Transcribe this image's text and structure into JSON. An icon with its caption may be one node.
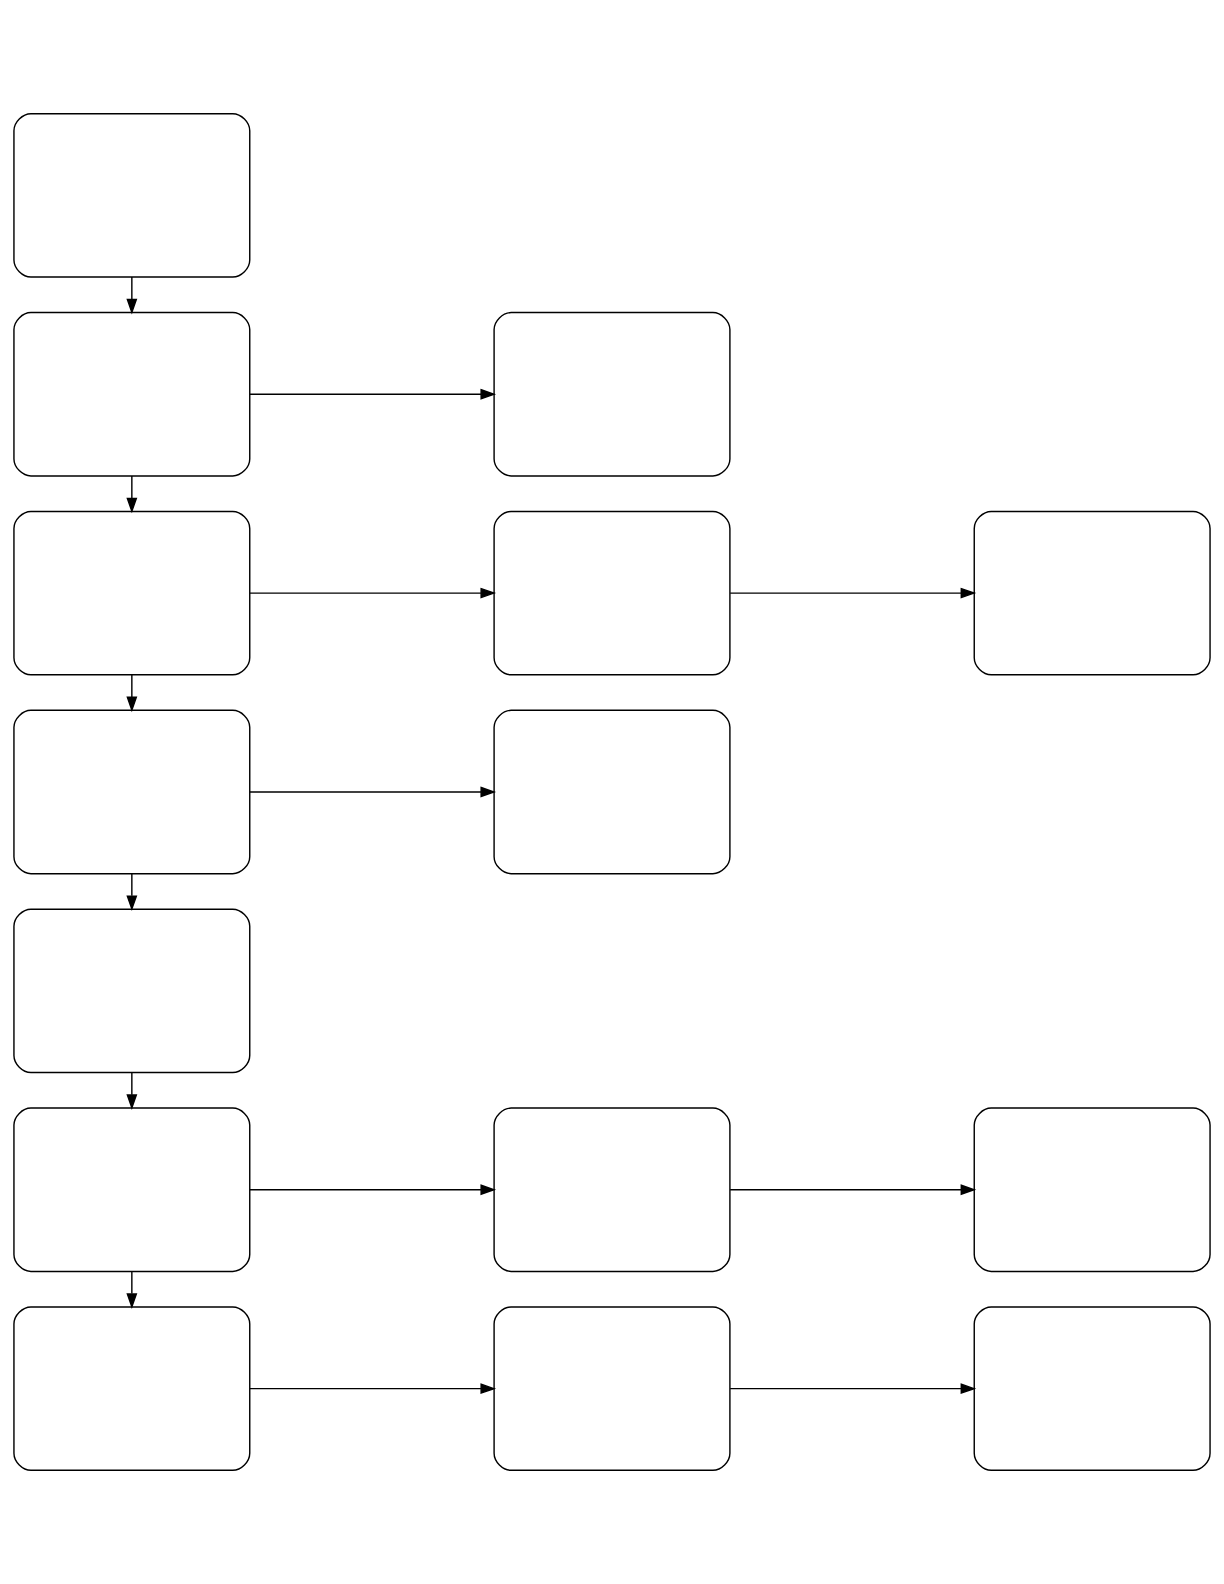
{
  "diagram": {
    "nodes": [
      {
        "text": [],
        "shape": "box"
      },
      {
        "text": [],
        "shape": "box"
      },
      {
        "text": [],
        "shape": "box"
      },
      {
        "text": [],
        "shape": "box"
      },
      {
        "text": [],
        "shape": "box"
      },
      {
        "text": [],
        "shape": "box"
      },
      {
        "text": [],
        "shape": "box"
      },
      {
        "text": [],
        "shape": "box"
      },
      {
        "text": [],
        "shape": "box"
      },
      {
        "text": [],
        "shape": "box"
      },
      {
        "text": [],
        "shape": "box"
      },
      {
        "text": [],
        "shape": "box"
      },
      {
        "text": [],
        "shape": "box"
      },
      {
        "text": [],
        "shape": "box"
      },
      {
        "text": [],
        "shape": "box"
      }
    ],
    "edges": [
      {
        "from": 0,
        "to": 1,
        "arrow": "to"
      },
      {
        "from": 1,
        "to": 2,
        "arrow": "to"
      },
      {
        "from": 1,
        "to": 3,
        "arrow": "to"
      },
      {
        "from": 3,
        "to": 4,
        "arrow": "to"
      },
      {
        "from": 4,
        "to": 5,
        "arrow": "to"
      },
      {
        "from": 3,
        "to": 6,
        "arrow": "to"
      },
      {
        "from": 6,
        "to": 7,
        "arrow": "to"
      },
      {
        "from": 6,
        "to": 8,
        "arrow": "to"
      },
      {
        "from": 8,
        "to": 9,
        "arrow": "to"
      },
      {
        "from": 9,
        "to": 10,
        "arrow": "to"
      },
      {
        "from": 10,
        "to": 11,
        "arrow": "to"
      },
      {
        "from": 9,
        "to": 12,
        "arrow": "to"
      },
      {
        "from": 12,
        "to": 13,
        "arrow": "to"
      },
      {
        "from": 13,
        "to": 14,
        "arrow": "to"
      }
    ]
  }
}
